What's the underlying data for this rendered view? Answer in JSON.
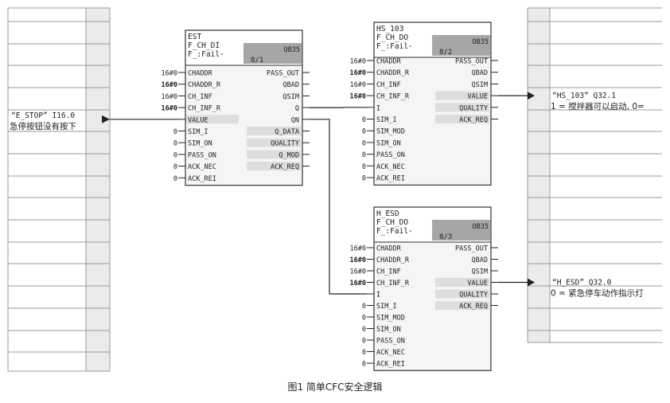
{
  "colors": {
    "grid": "#999999",
    "margin_fill": "#ebebeb",
    "block_border": "#333333",
    "block_fill": "#f5f5f5",
    "header_fill": "#ffffff",
    "tag_fill": "#a6a6a6",
    "output_fill": "#dddddd",
    "wire": "#222222",
    "text": "#222222"
  },
  "caption": "图1  简单CFC安全逻辑",
  "left_margin": {
    "signal": "“E_STOP” I16.0",
    "comment": "急停按钮没有按下"
  },
  "right_margin": [
    {
      "signal": "“HS_103” Q32.1",
      "comment": "1 = 搅拌器可以启动, 0="
    },
    {
      "signal": "“H_ESD” Q32.0",
      "comment": "0 = 紧急停车动作指示灯"
    }
  ],
  "blocks": [
    {
      "id": "est",
      "title": [
        "EST",
        "F_CH_DI",
        "F_:Fail-"
      ],
      "tag": "OB35",
      "index": "8/1",
      "inputs": [
        {
          "name": "CHADDR",
          "val": "16#0"
        },
        {
          "name": "CHADDR_R",
          "val": "16#0"
        },
        {
          "name": "CH_INF",
          "val": "16#0"
        },
        {
          "name": "CH_INF_R",
          "val": "16#0"
        },
        {
          "name": "VALUE",
          "val": ""
        },
        {
          "name": "SIM_I",
          "val": "0"
        },
        {
          "name": "SIM_ON",
          "val": "0"
        },
        {
          "name": "PASS_ON",
          "val": "0"
        },
        {
          "name": "ACK_NEC",
          "val": "0"
        },
        {
          "name": "ACK_REI",
          "val": "0"
        }
      ],
      "outputs": [
        "PASS_OUT",
        "QBAD",
        "QSIM",
        "Q",
        "QN",
        "Q_DATA",
        "QUALITY",
        "Q_MOD",
        "ACK_REQ"
      ]
    },
    {
      "id": "hs103",
      "title": [
        "HS_103",
        "F_CH_DO",
        "F_:Fail-"
      ],
      "tag": "OB35",
      "index": "8/2",
      "inputs": [
        {
          "name": "CHADDR",
          "val": "16#0"
        },
        {
          "name": "CHADDR_R",
          "val": "16#0"
        },
        {
          "name": "CH_INF",
          "val": "16#0"
        },
        {
          "name": "CH_INF_R",
          "val": "16#0"
        },
        {
          "name": "I",
          "val": ""
        },
        {
          "name": "SIM_I",
          "val": "0"
        },
        {
          "name": "SIM_MOD",
          "val": "0"
        },
        {
          "name": "SIM_ON",
          "val": "0"
        },
        {
          "name": "PASS_ON",
          "val": "0"
        },
        {
          "name": "ACK_NEC",
          "val": "0"
        },
        {
          "name": "ACK_REI",
          "val": "0"
        }
      ],
      "outputs": [
        "PASS_OUT",
        "QBAD",
        "QSIM",
        "VALUE",
        "QUALITY",
        "ACK_REQ"
      ]
    },
    {
      "id": "hesd",
      "title": [
        "H_ESD",
        "F_CH_DO",
        "F_:Fail-"
      ],
      "tag": "OB35",
      "index": "8/3",
      "inputs": [
        {
          "name": "CHADDR",
          "val": "16#0"
        },
        {
          "name": "CHADDR_R",
          "val": "16#0"
        },
        {
          "name": "CH_INF",
          "val": "16#0"
        },
        {
          "name": "CH_INF_R",
          "val": "16#0"
        },
        {
          "name": "I",
          "val": ""
        },
        {
          "name": "SIM_I",
          "val": "0"
        },
        {
          "name": "SIM_MOD",
          "val": "0"
        },
        {
          "name": "SIM_ON",
          "val": "0"
        },
        {
          "name": "PASS_ON",
          "val": "0"
        },
        {
          "name": "ACK_NEC",
          "val": "0"
        },
        {
          "name": "ACK_REI",
          "val": "0"
        }
      ],
      "outputs": [
        "PASS_OUT",
        "QBAD",
        "QSIM",
        "VALUE",
        "QUALITY",
        "ACK_REQ"
      ]
    }
  ]
}
